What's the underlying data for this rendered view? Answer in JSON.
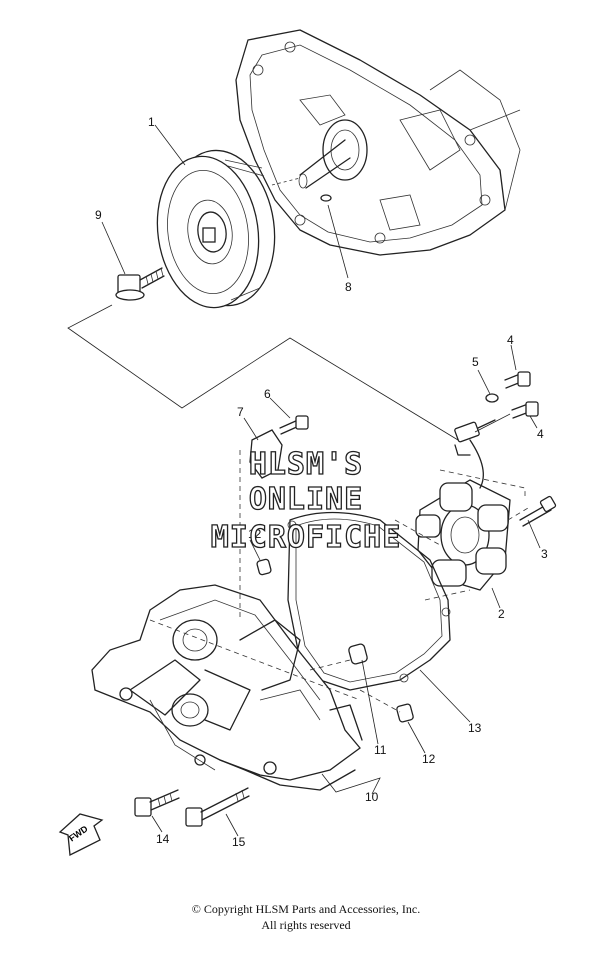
{
  "callouts": [
    {
      "id": "1",
      "text": "1"
    },
    {
      "id": "2",
      "text": "2"
    },
    {
      "id": "3",
      "text": "3"
    },
    {
      "id": "4a",
      "text": "4"
    },
    {
      "id": "4b",
      "text": "4"
    },
    {
      "id": "5",
      "text": "5"
    },
    {
      "id": "6",
      "text": "6"
    },
    {
      "id": "7",
      "text": "7"
    },
    {
      "id": "8",
      "text": "8"
    },
    {
      "id": "9",
      "text": "9"
    },
    {
      "id": "10",
      "text": "10"
    },
    {
      "id": "11",
      "text": "11"
    },
    {
      "id": "12a",
      "text": "12"
    },
    {
      "id": "12b",
      "text": "12"
    },
    {
      "id": "13",
      "text": "13"
    },
    {
      "id": "14",
      "text": "14"
    },
    {
      "id": "15",
      "text": "15"
    }
  ],
  "watermark": {
    "line1": "HLSM'S",
    "line2": "ONLINE",
    "line3": "MICROFICHE"
  },
  "fwd_label": "FWD",
  "footer": {
    "copyright": "© Copyright HLSM Parts and Accessories, Inc.",
    "rights": "All rights reserved"
  }
}
